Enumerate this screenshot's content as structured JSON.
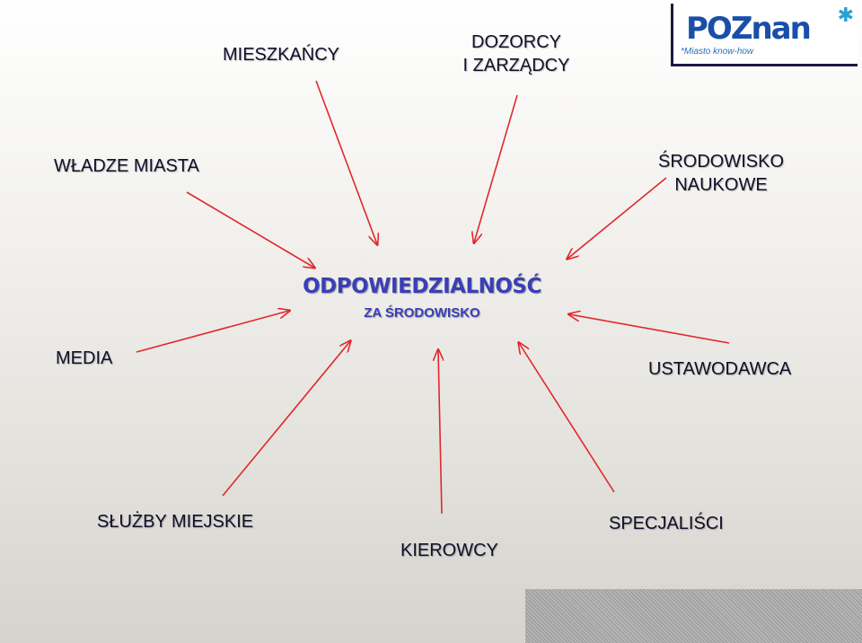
{
  "center": {
    "title": "ODPOWIEDZIALNOŚĆ",
    "subtitle": "ZA ŚRODOWISKO"
  },
  "stakeholders": {
    "mieszkancy": "MIESZKAŃCY",
    "dozorcy_line1": "DOZORCY",
    "dozorcy_line2": "I  ZARZĄDCY",
    "wladze": "WŁADZE MIASTA",
    "srodowisko_line1": "ŚRODOWISKO",
    "srodowisko_line2": "NAUKOWE",
    "media": "MEDIA",
    "ustawodawca": "USTAWODAWCA",
    "sluzby": "SŁUŻBY MIEJSKIE",
    "kierowcy": "KIEROWCY",
    "specjalisci": "SPECJALIŚCI"
  },
  "logo": {
    "wordmark": "POZnan",
    "tagline": "Miasto know-how"
  },
  "colors": {
    "arrow": "#e0282c",
    "center_text": "#3a3eb8",
    "label_text": "#10102a"
  },
  "icons": [
    "arrow-icon",
    "asterisk-icon"
  ]
}
